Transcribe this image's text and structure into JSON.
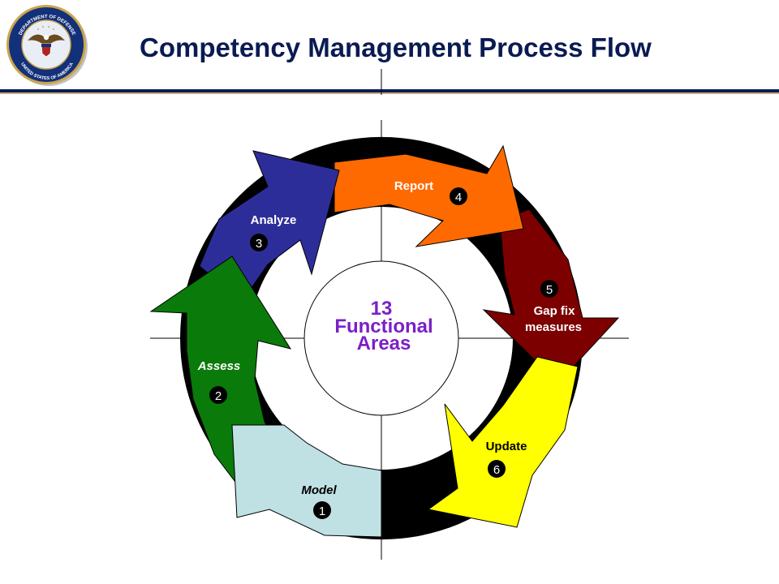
{
  "title": "Competency Management Process Flow",
  "seal": {
    "icon": "dod-seal-icon",
    "text_top": "DEPARTMENT OF DEFENSE",
    "text_bottom": "UNITED STATES OF AMERICA"
  },
  "center": {
    "line1": "13",
    "line2": "Functional",
    "line3": "Areas",
    "color": "#7b1fc8"
  },
  "stages": [
    {
      "number": "1",
      "label": "Model",
      "color": "#bfe1e4"
    },
    {
      "number": "2",
      "label": "Assess",
      "color": "#0a7a0a"
    },
    {
      "number": "3",
      "label": "Analyze",
      "color": "#2d2d9a"
    },
    {
      "number": "4",
      "label": "Report",
      "color": "#ff6a00"
    },
    {
      "number": "5",
      "label": "Gap fix",
      "label2": "measures",
      "color": "#7d0000"
    },
    {
      "number": "6",
      "label": "Update",
      "color": "#ffff00"
    }
  ]
}
